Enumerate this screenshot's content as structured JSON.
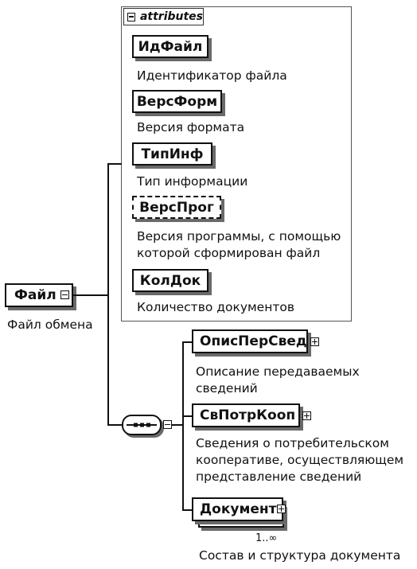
{
  "root": {
    "name": "Файл",
    "description": "Файл обмена"
  },
  "attributes": {
    "header": "attributes",
    "items": [
      {
        "name": "ИдФайл",
        "description": "Идентификатор файла",
        "optional": false
      },
      {
        "name": "ВерсФорм",
        "description": "Версия формата",
        "optional": false
      },
      {
        "name": "ТипИнф",
        "description": "Тип информации",
        "optional": false
      },
      {
        "name": "ВерсПрог",
        "description": "Версия программы, с помощью\nкоторой сформирован файл",
        "optional": true
      },
      {
        "name": "КолДок",
        "description": "Количество документов",
        "optional": false
      }
    ]
  },
  "sequence": {
    "children": [
      {
        "name": "ОписПерСвед",
        "description": "Описание передаваемых\nсведений"
      },
      {
        "name": "СвПотрКооп",
        "description": "Сведения о потребительском\nкооперативе, осуществляющем\nпредставление сведений"
      },
      {
        "name": "Документ",
        "description": "Состав и структура документа",
        "cardinality": "1..∞"
      }
    ]
  }
}
